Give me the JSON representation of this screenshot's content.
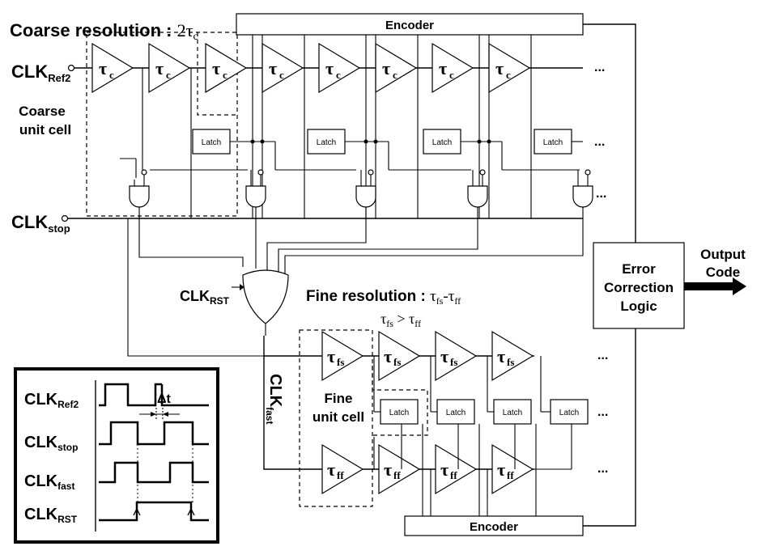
{
  "diagram": {
    "coarse_title": "Coarse resolution : ",
    "coarse_title_math": "2τ",
    "coarse_title_sub": "c",
    "coarse_cell_line1": "Coarse",
    "coarse_cell_line2": "unit cell",
    "fine_title": "Fine resolution : ",
    "fine_title_math_a": "τ",
    "fine_title_sub_a": "fs",
    "fine_title_math_b": "-τ",
    "fine_title_sub_b": "ff",
    "fine_cond_a": "τ",
    "fine_cond_sub_a": "fs",
    "fine_cond_mid": " > τ",
    "fine_cond_sub_b": "ff",
    "fine_cell_line1": "Fine",
    "fine_cell_line2": "unit cell",
    "encoder_top": "Encoder",
    "encoder_bottom": "Encoder",
    "latch": "Latch",
    "ellipsis": "...",
    "tau": "τ",
    "sub_c": "c",
    "sub_fs": "fs",
    "sub_ff": "ff",
    "clk_ref2": "CLK",
    "clk_ref2_sub": "Ref2",
    "clk_stop": "CLK",
    "clk_stop_sub": "stop",
    "clk_rst": "CLK",
    "clk_rst_sub": "RST",
    "clk_fast": "CLK",
    "clk_fast_sub": "fast",
    "ecl_line1": "Error",
    "ecl_line2": "Correction",
    "ecl_line3": "Logic",
    "output_line1": "Output",
    "output_line2": "Code",
    "timing_ref2": "CLK",
    "timing_ref2_sub": "Ref2",
    "timing_stop": "CLK",
    "timing_stop_sub": "stop",
    "timing_fast": "CLK",
    "timing_fast_sub": "fast",
    "timing_rst": "CLK",
    "timing_rst_sub": "RST",
    "delta_t": "Δt"
  }
}
